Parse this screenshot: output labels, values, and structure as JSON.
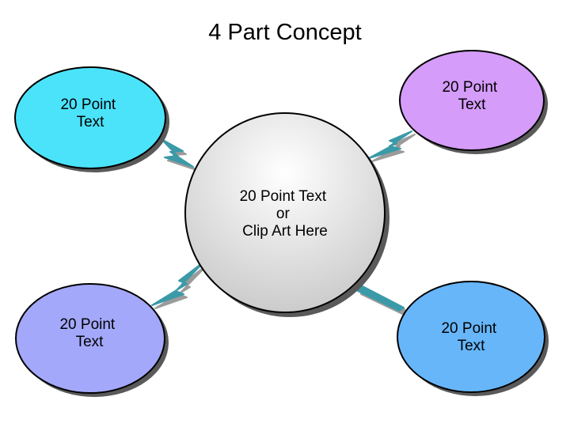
{
  "title": "4 Part Concept",
  "colors": {
    "top_left_fill": "#4BE3FA",
    "top_right_fill": "#D59CFA",
    "bottom_left_fill": "#A3A8FA",
    "bottom_right_fill": "#67B6FA",
    "center_fill_light": "#FFFFFF",
    "center_fill_dark": "#C8C8C8",
    "connector": "#3A9AA8",
    "shadow": "#5A5A5A",
    "outline": "#000000"
  },
  "nodes": {
    "center": {
      "lines": [
        "20 Point Text",
        "or",
        "Clip Art Here"
      ]
    },
    "top_left": {
      "lines": [
        "20 Point",
        "Text"
      ]
    },
    "top_right": {
      "lines": [
        "20 Point",
        "Text"
      ]
    },
    "bottom_left": {
      "lines": [
        "20 Point",
        "Text"
      ]
    },
    "bottom_right": {
      "lines": [
        "20 Point",
        "Text"
      ]
    }
  }
}
